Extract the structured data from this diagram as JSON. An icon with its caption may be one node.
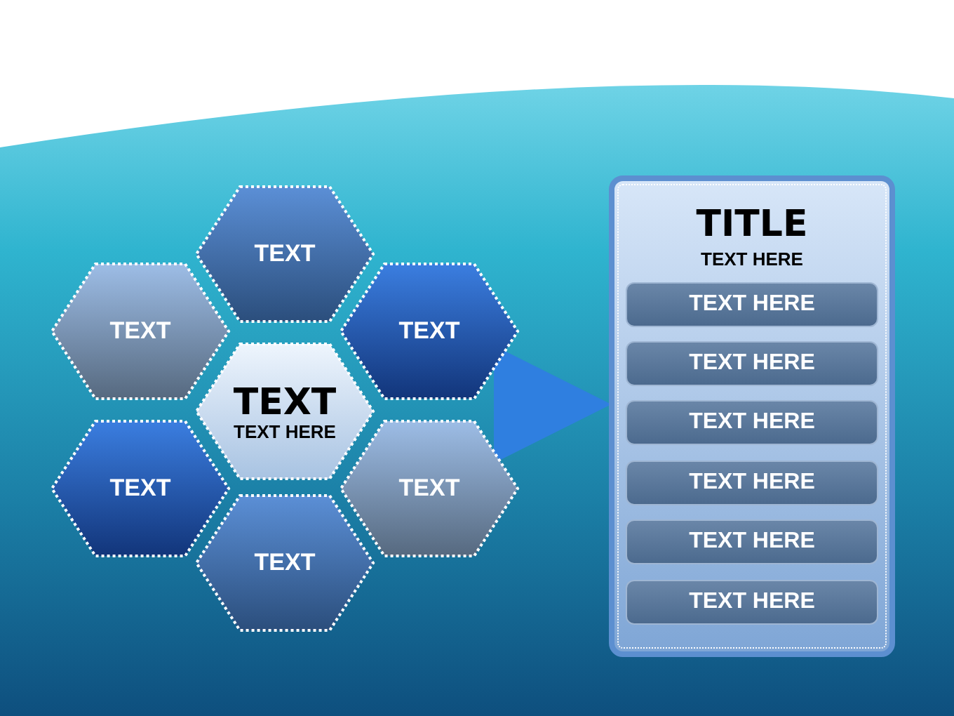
{
  "diagram": {
    "nodes": [
      {
        "text": [
          "TEXT"
        ]
      },
      {
        "text": [
          "TEXT"
        ]
      },
      {
        "text": [
          "TEXT"
        ]
      },
      {
        "text": [
          "TEXT",
          "TEXT HERE"
        ]
      },
      {
        "text": [
          "TEXT"
        ]
      },
      {
        "text": [
          "TEXT"
        ]
      },
      {
        "text": [
          "TEXT"
        ]
      },
      {
        "text": [
          "TITLE",
          "TEXT HERE"
        ]
      },
      {
        "text": [
          "TEXT HERE"
        ],
        "in": 7
      },
      {
        "text": [
          "TEXT HERE"
        ],
        "in": 7
      },
      {
        "text": [
          "TEXT HERE"
        ],
        "in": 7
      },
      {
        "text": [
          "TEXT HERE"
        ],
        "in": 7
      },
      {
        "text": [
          "TEXT HERE"
        ],
        "in": 7
      },
      {
        "text": [
          "TEXT HERE"
        ],
        "in": 7
      }
    ],
    "edges": [
      {
        "from": null,
        "to": 7,
        "arrow": "to"
      }
    ]
  }
}
